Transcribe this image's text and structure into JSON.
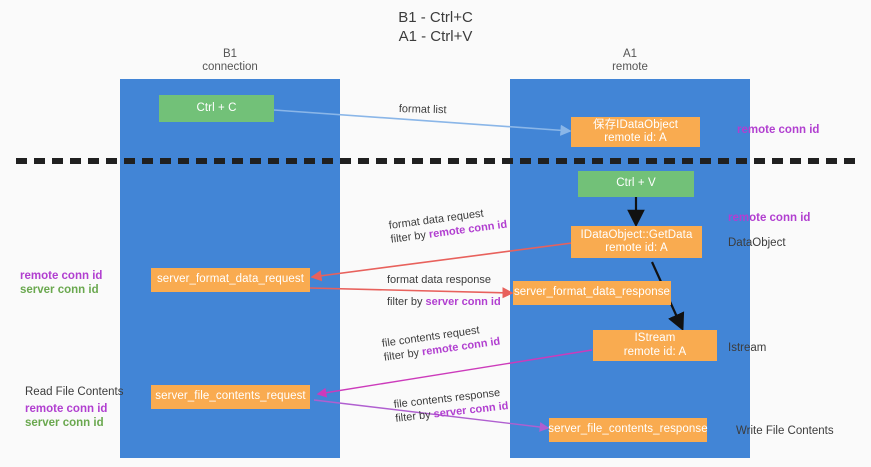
{
  "title": {
    "line1": "B1 - Ctrl+C",
    "line2": "A1 - Ctrl+V"
  },
  "lanes": [
    {
      "id": "b1",
      "name": "B1",
      "role": "connection"
    },
    {
      "id": "a1",
      "name": "A1",
      "role": "remote"
    }
  ],
  "boxes": {
    "ctrl_c": {
      "label": "Ctrl + C"
    },
    "save_idataobject": {
      "line1": "保存IDataObject",
      "line2": "remote id: A"
    },
    "ctrl_v": {
      "label": "Ctrl + V"
    },
    "getdata": {
      "line1": "IDataObject::GetData",
      "line2": "remote id: A"
    },
    "server_format_data_request": {
      "label": "server_format_data_request"
    },
    "server_format_data_response": {
      "label": "server_format_data_response"
    },
    "istream": {
      "line1": "IStream",
      "line2": "remote id: A"
    },
    "server_file_contents_request": {
      "label": "server_file_contents_request"
    },
    "server_file_contents_response": {
      "label": "server_file_contents_response"
    }
  },
  "edge_labels": {
    "format_list": "format list",
    "format_data_request": "format data request",
    "format_data_request_filter_prefix": "filter by ",
    "format_data_request_filter_key": "remote conn id",
    "format_data_response": "format data response",
    "format_data_response_filter_prefix": "filter by ",
    "format_data_response_filter_key": "server conn id",
    "file_contents_request": "file contents request",
    "file_contents_request_filter_prefix": "filter by ",
    "file_contents_request_filter_key": "remote conn id",
    "file_contents_response": "file contents response",
    "file_contents_response_filter_prefix": "filter by ",
    "file_contents_response_filter_key": "server conn id"
  },
  "side_labels": {
    "right_remote_conn_id_top": "remote conn id",
    "right_remote_conn_id_mid": "remote conn id",
    "right_dataobject": "DataObject",
    "right_istream": "Istream",
    "right_write_file_contents": "Write File Contents",
    "left_remote_conn_id_mid": "remote conn id",
    "left_server_conn_id_mid": "server conn id",
    "left_read_file_contents": "Read File Contents",
    "left_remote_conn_id_bottom": "remote conn id",
    "left_server_conn_id_bottom": "server conn id"
  },
  "colors": {
    "lane": "#4285d6",
    "green_box": "#72c178",
    "orange_box": "#f9ab50",
    "purple_keyword": "#b13fd0",
    "green_keyword": "#6aa84f",
    "arrow_blue": "#8ab6e8",
    "arrow_red": "#e8615c",
    "arrow_magenta": "#cc3bbb",
    "arrow_purple": "#b05fd0",
    "arrow_black": "#111111",
    "divider": "#202020",
    "background": "#fafafa"
  },
  "divider": {
    "style": "dashed",
    "label": ""
  }
}
